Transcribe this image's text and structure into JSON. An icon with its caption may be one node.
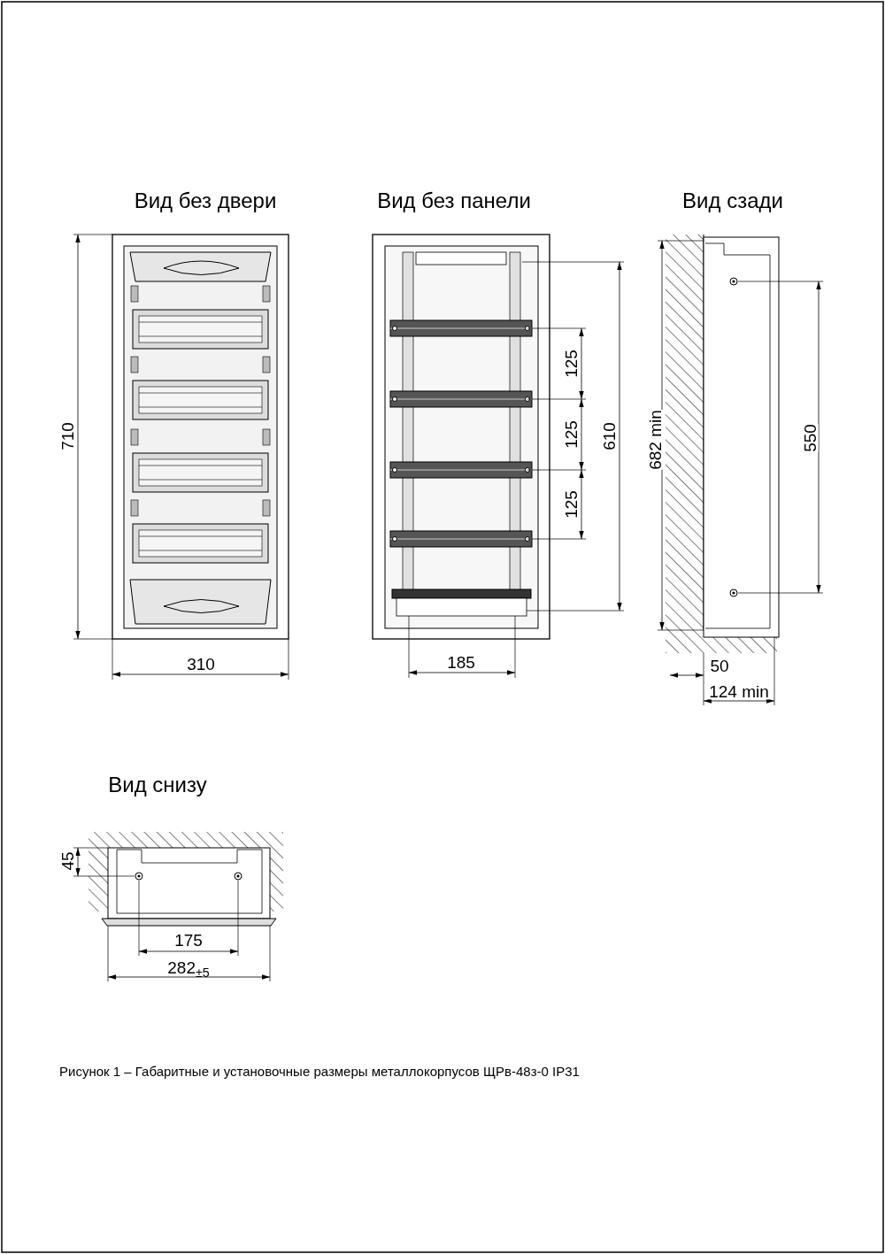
{
  "diagram": {
    "caption": "Рисунок 1 – Габаритные и установочные размеры металлокорпусов ЩРв-48з-0 IP31",
    "labels": [
      "Вид без двери",
      "Вид без панели",
      "Вид сзади",
      "710",
      "310",
      "125",
      "125",
      "125",
      "610",
      "185",
      "682 min",
      "550",
      "50",
      "124 min",
      "Вид снизу",
      "45",
      "175",
      "282$_{±5}$"
    ]
  }
}
